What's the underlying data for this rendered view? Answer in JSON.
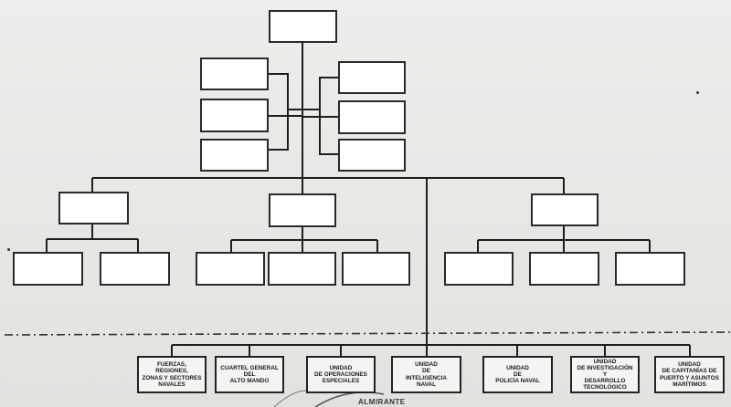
{
  "units": [
    "FUERZAS, REGIONES,\nZONAS Y SECTORES\nNAVALES",
    "CUARTEL GENERAL\nDEL\nALTO MANDO",
    "UNIDAD\nDE OPERACIONES\nESPECIALES",
    "UNIDAD\nDE\nINTELIGENCIA NAVAL",
    "UNIDAD\nDE\nPOLICÍA NAVAL",
    "UNIDAD\nDE INVESTIGACIÓN Y\nDESARROLLO\nTECNOLÓGICO",
    "UNIDAD\nDE CAPITANÍAS DE\nPUERTO Y ASUNTOS\nMARÍTIMOS"
  ],
  "stamp_text": "ALMIRANTE",
  "colors": {
    "line": "#1e1e1e",
    "dash": "#333333",
    "box_fill": "#ffffff"
  }
}
